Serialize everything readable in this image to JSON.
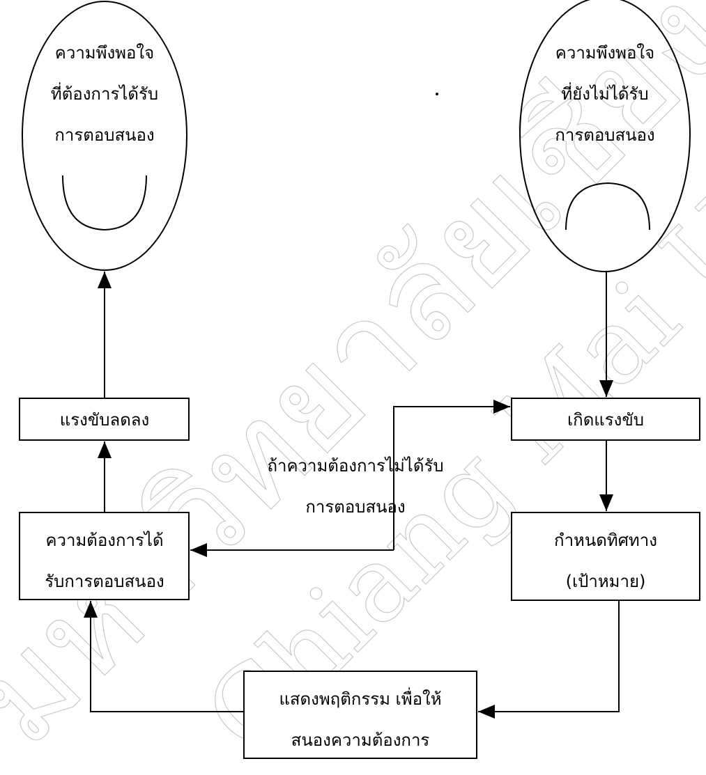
{
  "watermark": {
    "thai": "มหาวิทยาลัยเชียงใหม่",
    "english": "Chiang Mai University"
  },
  "left_oval": {
    "line1": "ความพึงพอใจ",
    "line2": "ที่ต้องการได้รับ",
    "line3": "การตอบสนอง",
    "face": "smile"
  },
  "right_oval": {
    "line1": "ความพึงพอใจ",
    "line2": "ที่ยังไม่ได้รับ",
    "line3": "การตอบสนอง",
    "face": "frown"
  },
  "boxes": {
    "drive_decrease": "แรงขับลดลง",
    "need_met": {
      "line1": "ความต้องการได้",
      "line2": "รับการตอบสนอง"
    },
    "drive_arises": "เกิดแรงขับ",
    "set_direction": {
      "line1": "กำหนดทิศทาง",
      "line2": "(เป้าหมาย)"
    },
    "behavior": {
      "line1": "แสดงพฤติกรรม เพื่อให้",
      "line2": "สนองความต้องการ"
    }
  },
  "loop_label": {
    "line1": "ถ้าความต้องการไม่ได้รับ",
    "line2": "การตอบสนอง"
  }
}
